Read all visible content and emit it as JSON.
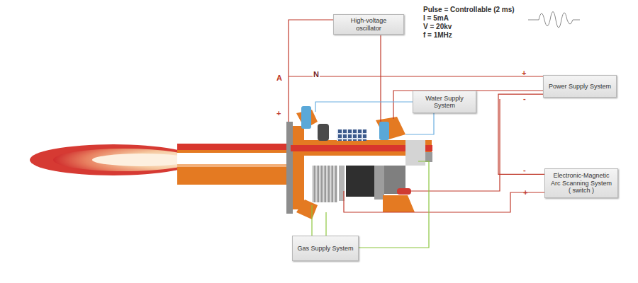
{
  "diagram": {
    "nodes": [
      {
        "text": [
          "High-voltage oscillator"
        ]
      },
      {
        "text": [
          "Power Supply System"
        ]
      },
      {
        "text": [
          "Water Supply System"
        ]
      },
      {
        "text": [
          "Electronic-Magnetic Arc Scanning System ( switch )"
        ]
      },
      {
        "text": [
          "Gas Supply System"
        ]
      }
    ],
    "edges": [
      {
        "from": 1,
        "to": 3,
        "arrow": "none"
      }
    ],
    "labels": [
      "Pulse = Controllable (2 ms)",
      "I = 5mA",
      "V = 20kv",
      "f = 1MHz",
      "A",
      "N",
      "+",
      "-",
      "+",
      "-",
      "+"
    ]
  }
}
